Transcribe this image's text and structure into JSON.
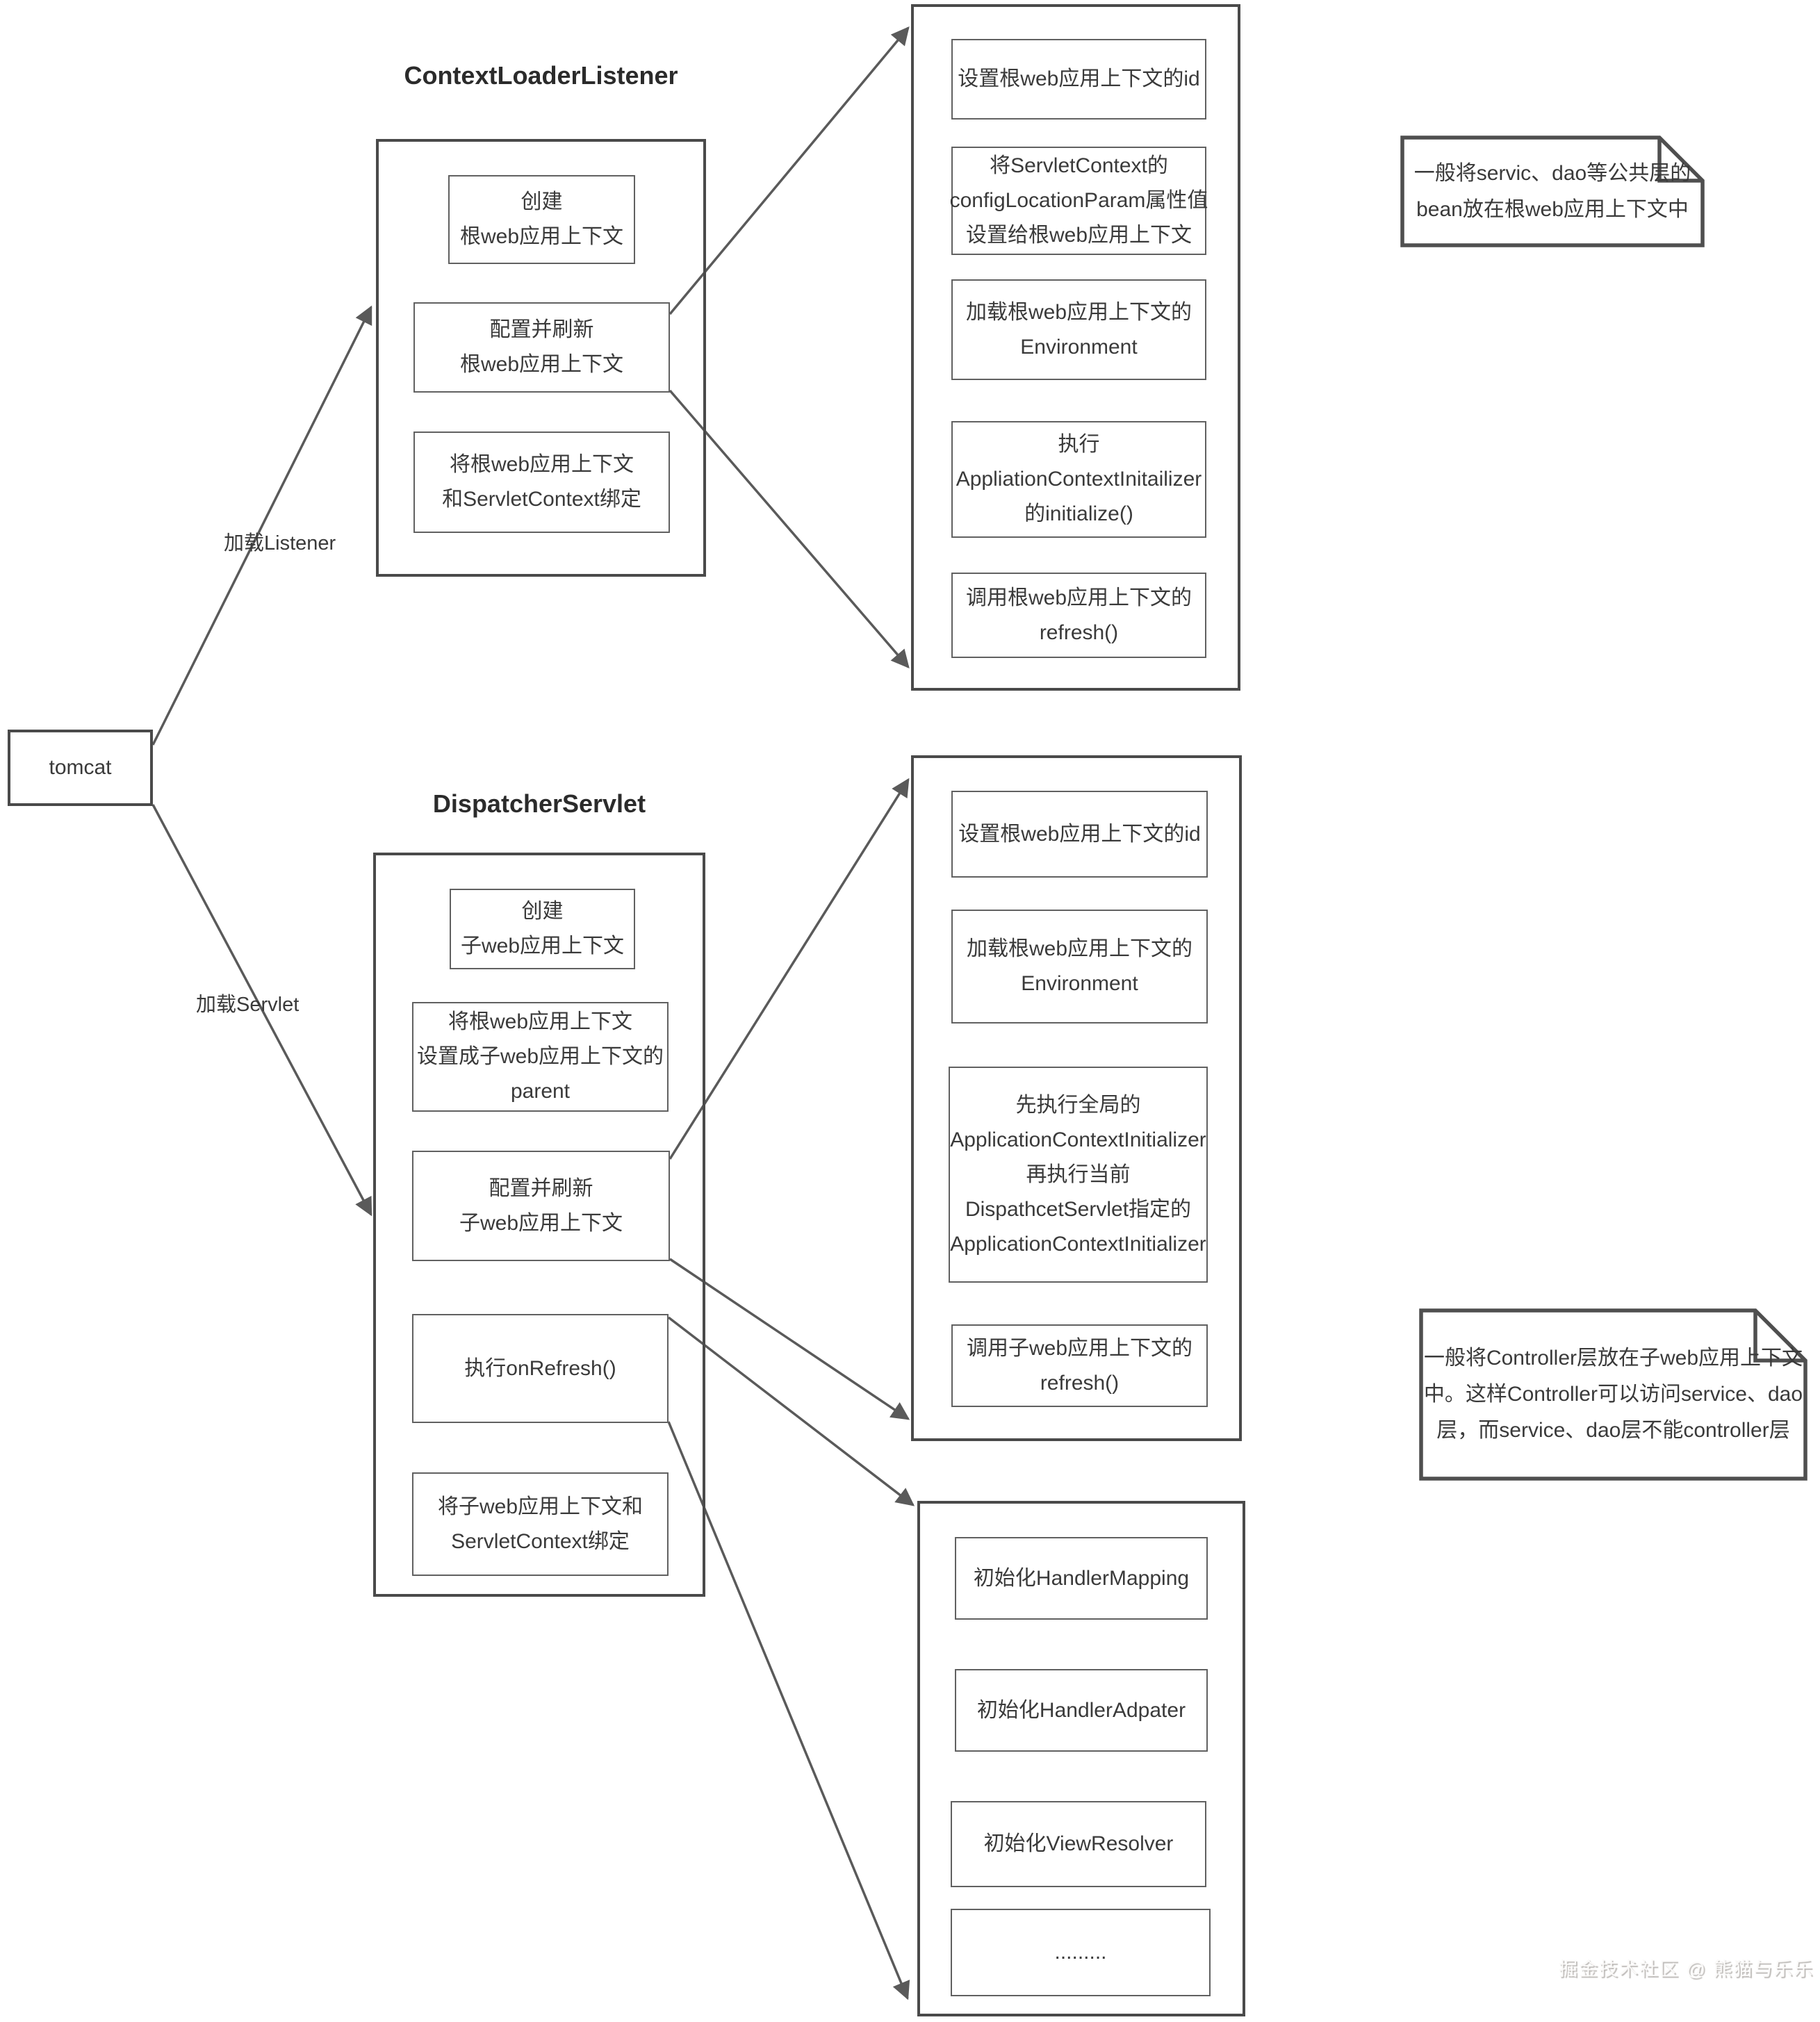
{
  "colors": {
    "background": "#ffffff",
    "outer_border": "#4a4a4a",
    "inner_border": "#616161",
    "connector": "#5a5a5a",
    "text": "#3a3a3a",
    "watermark_text": "#d9d6d3"
  },
  "watermark": "掘金技术社区 @ 熊猫与乐乐",
  "tomcat": {
    "label": "tomcat"
  },
  "edge_labels": {
    "listener": "加载Listener",
    "servlet": "加载Servlet"
  },
  "context_loader_listener": {
    "title": "ContextLoaderListener",
    "steps": [
      {
        "lines": [
          "创建",
          "根web应用上下文"
        ]
      },
      {
        "lines": [
          "配置并刷新",
          "根web应用上下文"
        ]
      },
      {
        "lines": [
          "将根web应用上下文",
          "和ServletContext绑定"
        ]
      }
    ]
  },
  "dispatcher_servlet": {
    "title": "DispatcherServlet",
    "steps": [
      {
        "lines": [
          "创建",
          "子web应用上下文"
        ]
      },
      {
        "lines": [
          "将根web应用上下文",
          "设置成子web应用上下文的",
          "parent"
        ]
      },
      {
        "lines": [
          "配置并刷新",
          "子web应用上下文"
        ]
      },
      {
        "lines": [
          "执行onRefresh()"
        ]
      },
      {
        "lines": [
          "将子web应用上下文和",
          "ServletContext绑定"
        ]
      }
    ]
  },
  "root_context_detail": {
    "steps": [
      {
        "lines": [
          "设置根web应用上下文的id"
        ]
      },
      {
        "lines": [
          "将ServletContext的",
          "configLocationParam属性值",
          "设置给根web应用上下文"
        ]
      },
      {
        "lines": [
          "加载根web应用上下文的",
          "Environment"
        ]
      },
      {
        "lines": [
          "执行",
          "AppliationContextInitailizer",
          "的initialize()"
        ]
      },
      {
        "lines": [
          "调用根web应用上下文的",
          "refresh()"
        ]
      }
    ]
  },
  "child_context_detail": {
    "steps": [
      {
        "lines": [
          "设置根web应用上下文的id"
        ]
      },
      {
        "lines": [
          "加载根web应用上下文的",
          "Environment"
        ]
      },
      {
        "lines": [
          "先执行全局的",
          "ApplicationContextInitializer",
          "再执行当前",
          "DispathcetServlet指定的",
          "ApplicationContextInitializer"
        ]
      },
      {
        "lines": [
          "调用子web应用上下文的",
          "refresh()"
        ]
      }
    ]
  },
  "on_refresh_detail": {
    "steps": [
      {
        "lines": [
          "初始化HandlerMapping"
        ]
      },
      {
        "lines": [
          "初始化HandlerAdpater"
        ]
      },
      {
        "lines": [
          "初始化ViewResolver"
        ]
      },
      {
        "lines": [
          "........."
        ]
      }
    ]
  },
  "notes": [
    {
      "lines": [
        "一般将servic、dao等公共层的",
        "bean放在根web应用上下文中"
      ]
    },
    {
      "lines": [
        "一般将Controller层放在子web应用上下文",
        "中。这样Controller可以访问service、dao",
        "层，而service、dao层不能controller层"
      ]
    }
  ]
}
